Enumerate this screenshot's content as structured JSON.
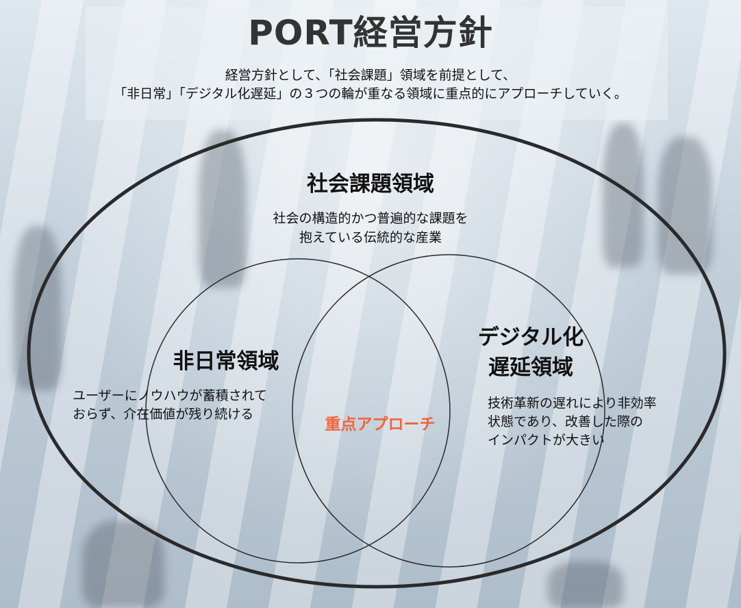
{
  "title": "PORT経営方針",
  "subtitle": "経営方針として、「社会課題」領域を前提として、\n「非日常」「デジタル化遅延」の３つの輪が重なる領域に重点的にアプローチしていく。",
  "areas": {
    "social": {
      "heading": "社会課題領域",
      "description": "社会の構造的かつ普遍的な課題を\n抱えている伝統的な産業"
    },
    "extraordinary": {
      "heading": "非日常領域",
      "description": "ユーザーにノウハウが蓄積されて\nおらず、介在価値が残り続ける"
    },
    "digital": {
      "heading": "デジタル化\n遅延領域",
      "description": "技術革新の遅れにより非効率\n状態であり、改善した際の\nインパクトが大きい"
    },
    "overlap": {
      "label": "重点アプローチ"
    }
  },
  "colors": {
    "focus": "#f0643c",
    "outline": "#2a2a2a"
  }
}
